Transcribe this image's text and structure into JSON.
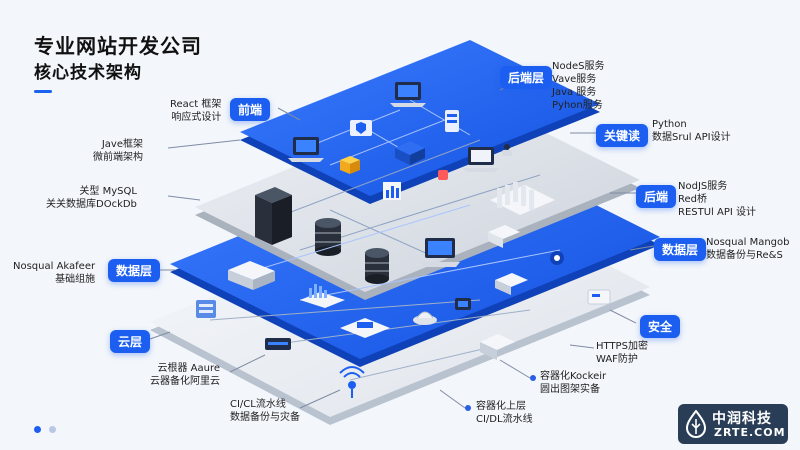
{
  "header": {
    "title": "专业网站开发公司",
    "subtitle": "核心技术架构"
  },
  "badges": {
    "backend": "后端层",
    "frontend": "前端",
    "keyword": "关键读",
    "backend2": "后端",
    "datalayer_right": "数据层",
    "datalayer_left": "数据层",
    "security": "安全",
    "cloud": "云层"
  },
  "labels": {
    "react": [
      "React 框架",
      "响应式设计"
    ],
    "java": [
      "Jave框架",
      "微前端架构"
    ],
    "mysql": [
      "关型  MySQL",
      "关关数据库DOckDb"
    ],
    "nosql_left": [
      "Nosqual Akafeer",
      "基础组施"
    ],
    "cloud_storage": [
      "云根器 Aaure",
      "云器备化阿里云"
    ],
    "cicd_left": [
      "CI/CL流水线",
      "数据备份与灾备"
    ],
    "nodes": [
      "NodeS服务",
      "Vave服务",
      "Java  服务",
      "Pyhon服务"
    ],
    "python": [
      "Python",
      "数据Srul API设计"
    ],
    "nodejs": [
      "NodJS服务",
      "Red桥",
      "RESTUl API 设计"
    ],
    "nosql_right": [
      "Nosqual Mangob",
      "数据备份与Re&S"
    ],
    "https": [
      "HTTPS加密",
      "WAF防护"
    ],
    "container_right": [
      "容器化Kockeir",
      "圆出图架实备"
    ],
    "container_bottom": [
      "容器化上层",
      "CI/DL流水线"
    ]
  },
  "logo": {
    "name": "中润科技",
    "domain": "ZRTE.COM"
  },
  "colors": {
    "accent": "#1c5ff0",
    "layer_blue": "#1d63f2",
    "layer_gray": "#d9dde4",
    "layer_light": "#e9edf3"
  }
}
